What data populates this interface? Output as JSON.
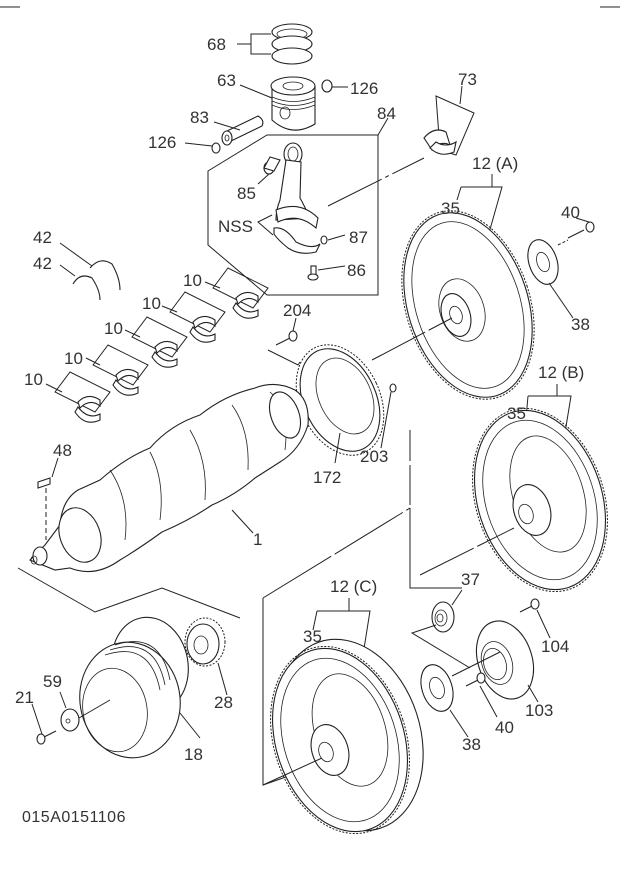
{
  "diagram": {
    "type": "exploded-parts-diagram",
    "drawing_code": "015A0151106",
    "callouts": [
      {
        "id": "c68",
        "label": "68",
        "part": "piston-rings"
      },
      {
        "id": "c63",
        "label": "63",
        "part": "piston"
      },
      {
        "id": "c126a",
        "label": "126",
        "part": "snap-ring-right"
      },
      {
        "id": "c83",
        "label": "83",
        "part": "piston-pin"
      },
      {
        "id": "c126b",
        "label": "126",
        "part": "snap-ring-left"
      },
      {
        "id": "c84",
        "label": "84",
        "part": "connecting-rod-assembly"
      },
      {
        "id": "c73",
        "label": "73",
        "part": "con-rod-bearing"
      },
      {
        "id": "c85",
        "label": "85",
        "part": "small-end-bushing"
      },
      {
        "id": "cNSS",
        "label": "NSS",
        "part": "con-rod-and-cap"
      },
      {
        "id": "c87",
        "label": "87",
        "part": "dowel-pin"
      },
      {
        "id": "c86",
        "label": "86",
        "part": "con-rod-bolt"
      },
      {
        "id": "c12a",
        "label": "12 (A)",
        "part": "flywheel-assembly-a"
      },
      {
        "id": "c35a",
        "label": "35",
        "part": "ring-gear-a"
      },
      {
        "id": "c40a",
        "label": "40",
        "part": "flywheel-bolt-a"
      },
      {
        "id": "c38a",
        "label": "38",
        "part": "flywheel-washer-a"
      },
      {
        "id": "c42a",
        "label": "42",
        "part": "thrust-washer-upper"
      },
      {
        "id": "c42b",
        "label": "42",
        "part": "thrust-washer-lower"
      },
      {
        "id": "c10a",
        "label": "10",
        "part": "main-bearing-1"
      },
      {
        "id": "c10b",
        "label": "10",
        "part": "main-bearing-2"
      },
      {
        "id": "c10c",
        "label": "10",
        "part": "main-bearing-3"
      },
      {
        "id": "c10d",
        "label": "10",
        "part": "main-bearing-4"
      },
      {
        "id": "c10e",
        "label": "10",
        "part": "main-bearing-5"
      },
      {
        "id": "c204",
        "label": "204",
        "part": "gear-bolt"
      },
      {
        "id": "c172",
        "label": "172",
        "part": "crankshaft-gear"
      },
      {
        "id": "c203",
        "label": "203",
        "part": "gear-pin"
      },
      {
        "id": "c12b",
        "label": "12 (B)",
        "part": "flywheel-assembly-b"
      },
      {
        "id": "c35b",
        "label": "35",
        "part": "ring-gear-b"
      },
      {
        "id": "c48",
        "label": "48",
        "part": "woodruff-key"
      },
      {
        "id": "c1",
        "label": "1",
        "part": "crankshaft"
      },
      {
        "id": "c37",
        "label": "37",
        "part": "pilot-bearing"
      },
      {
        "id": "c104",
        "label": "104",
        "part": "housing-bolt"
      },
      {
        "id": "c12c",
        "label": "12 (C)",
        "part": "flywheel-assembly-c"
      },
      {
        "id": "c35c",
        "label": "35",
        "part": "ring-gear-c"
      },
      {
        "id": "c103",
        "label": "103",
        "part": "bearing-housing"
      },
      {
        "id": "c40b",
        "label": "40",
        "part": "flywheel-bolt-b"
      },
      {
        "id": "c38b",
        "label": "38",
        "part": "flywheel-washer-b"
      },
      {
        "id": "c59",
        "label": "59",
        "part": "pulley-washer"
      },
      {
        "id": "c21",
        "label": "21",
        "part": "pulley-bolt"
      },
      {
        "id": "c28",
        "label": "28",
        "part": "timing-gear"
      },
      {
        "id": "c18",
        "label": "18",
        "part": "crankshaft-pulley"
      }
    ]
  }
}
